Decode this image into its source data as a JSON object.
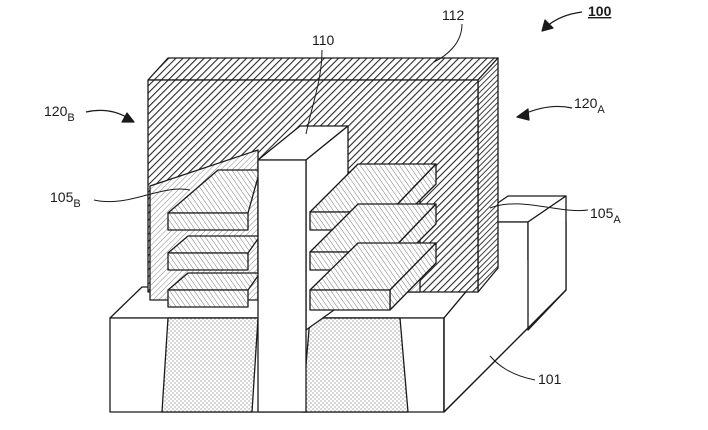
{
  "labels": {
    "fig_ref": "100",
    "gate_cap": "112",
    "spine": "110",
    "side_b": {
      "main": "120",
      "sub": "B"
    },
    "side_a": {
      "main": "120",
      "sub": "A"
    },
    "stack_b": {
      "main": "105",
      "sub": "B"
    },
    "stack_a": {
      "main": "105",
      "sub": "A"
    },
    "substrate": "101"
  },
  "colors": {
    "line": "#1a1a1a",
    "hatch_dense": "#2a2a2a",
    "hatch_light": "#777777",
    "background": "#ffffff"
  }
}
